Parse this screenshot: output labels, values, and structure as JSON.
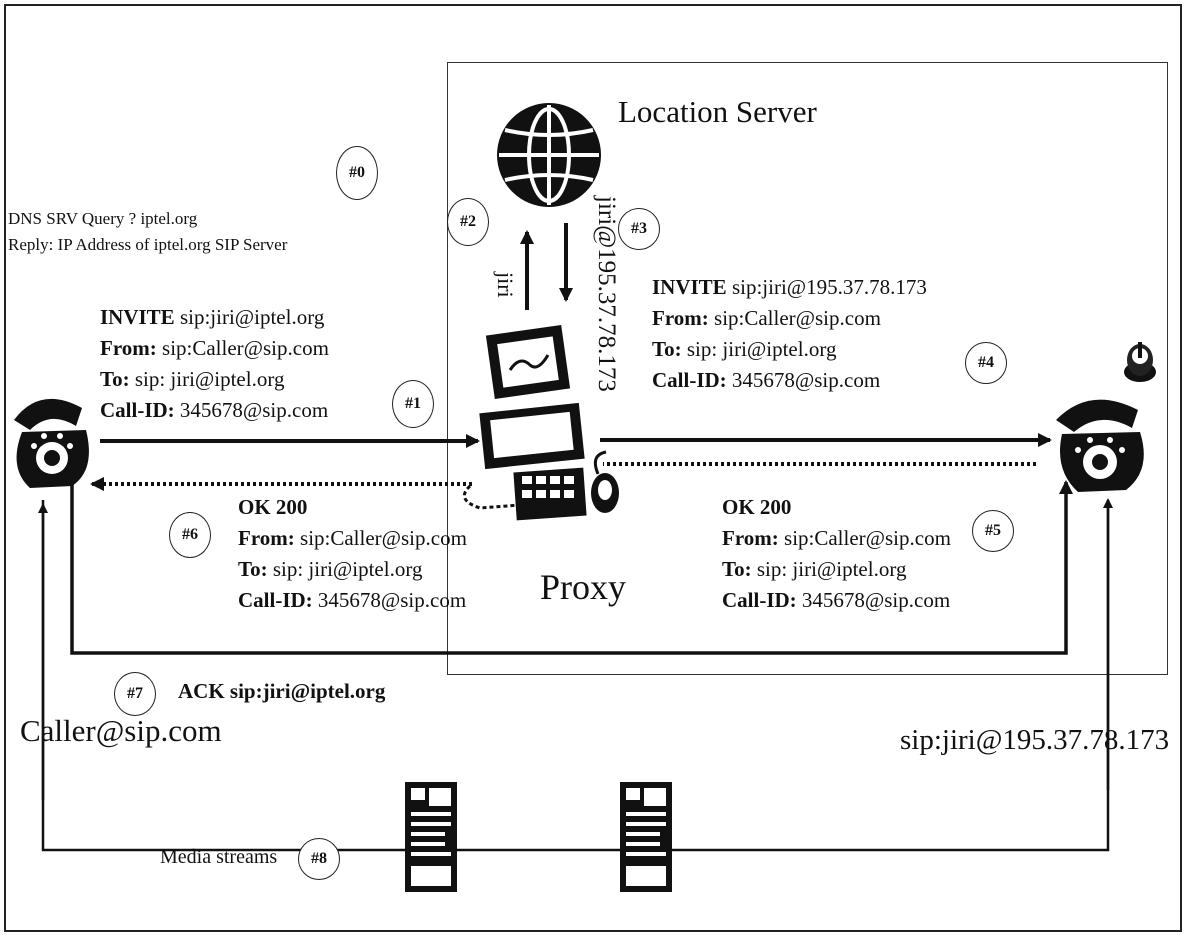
{
  "location_server": {
    "label": "Location Server"
  },
  "dns": {
    "query": "DNS SRV Query ? iptel.org",
    "reply": "Reply: IP Address of iptel.org SIP Server"
  },
  "steps": {
    "s0": "#0",
    "s1": "#1",
    "s2": "#2",
    "s3": "#3",
    "s4": "#4",
    "s5": "#5",
    "s6": "#6",
    "s7": "#7",
    "s8": "#8"
  },
  "invite_left": {
    "method": "INVITE",
    "uri": "sip:jiri@iptel.org",
    "from_label": "From:",
    "from": "sip:Caller@sip.com",
    "to_label": "To:",
    "to": "sip: jiri@iptel.org",
    "callid_label": "Call-ID:",
    "callid": "345678@sip.com"
  },
  "invite_right": {
    "method": "INVITE",
    "uri": "sip:jiri@195.37.78.173",
    "from_label": "From:",
    "from": "sip:Caller@sip.com",
    "to_label": "To:",
    "to": "sip: jiri@iptel.org",
    "callid_label": "Call-ID:",
    "callid": "345678@sip.com"
  },
  "ok_left": {
    "status": "OK 200",
    "from_label": "From:",
    "from": "sip:Caller@sip.com",
    "to_label": "To:",
    "to": "sip: jiri@iptel.org",
    "callid_label": "Call-ID:",
    "callid": "345678@sip.com"
  },
  "ok_right": {
    "status": "OK 200",
    "from_label": "From:",
    "from": "sip:Caller@sip.com",
    "to_label": "To:",
    "to": "sip: jiri@iptel.org",
    "callid_label": "Call-ID:",
    "callid": "345678@sip.com"
  },
  "lookup": {
    "query": "jiri",
    "result": "jiri@195.37.78.173"
  },
  "proxy": {
    "label": "Proxy"
  },
  "ack": {
    "label": "ACK sip:jiri@iptel.org"
  },
  "caller": {
    "address": "Caller@sip.com"
  },
  "callee": {
    "address": "sip:jiri@195.37.78.173"
  },
  "media": {
    "label": "Media streams"
  }
}
